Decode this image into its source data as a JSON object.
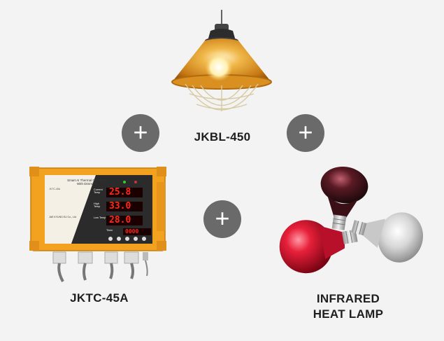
{
  "products": {
    "pendant_lamp": {
      "label": "JKBL-450"
    },
    "controller": {
      "label": "JKTC-45A",
      "panel_title_1": "Smart AI Thermal Controller",
      "panel_title_2": "With Dimming",
      "row_current": "Current Temp",
      "row_high": "High Temp",
      "row_low": "Low Temp",
      "row_timer": "Timer",
      "value_current": "25.8",
      "value_high": "33.0",
      "value_low": "28.0",
      "value_timer": "0000",
      "company": "JAE KYUNG EU Co., Ltd",
      "model_small": "JKTC-45A"
    },
    "heat_lamp": {
      "label_line1": "INFRARED",
      "label_line2": "HEAT LAMP"
    }
  },
  "connectors": {
    "plus_symbol": "+"
  },
  "colors": {
    "plus_bg": "#6a6a6a",
    "lamp_amber": "#e8a33a",
    "controller_orange": "#f2a21e",
    "led_red": "#ff2a1a",
    "bulb_red": "#c8102e"
  }
}
